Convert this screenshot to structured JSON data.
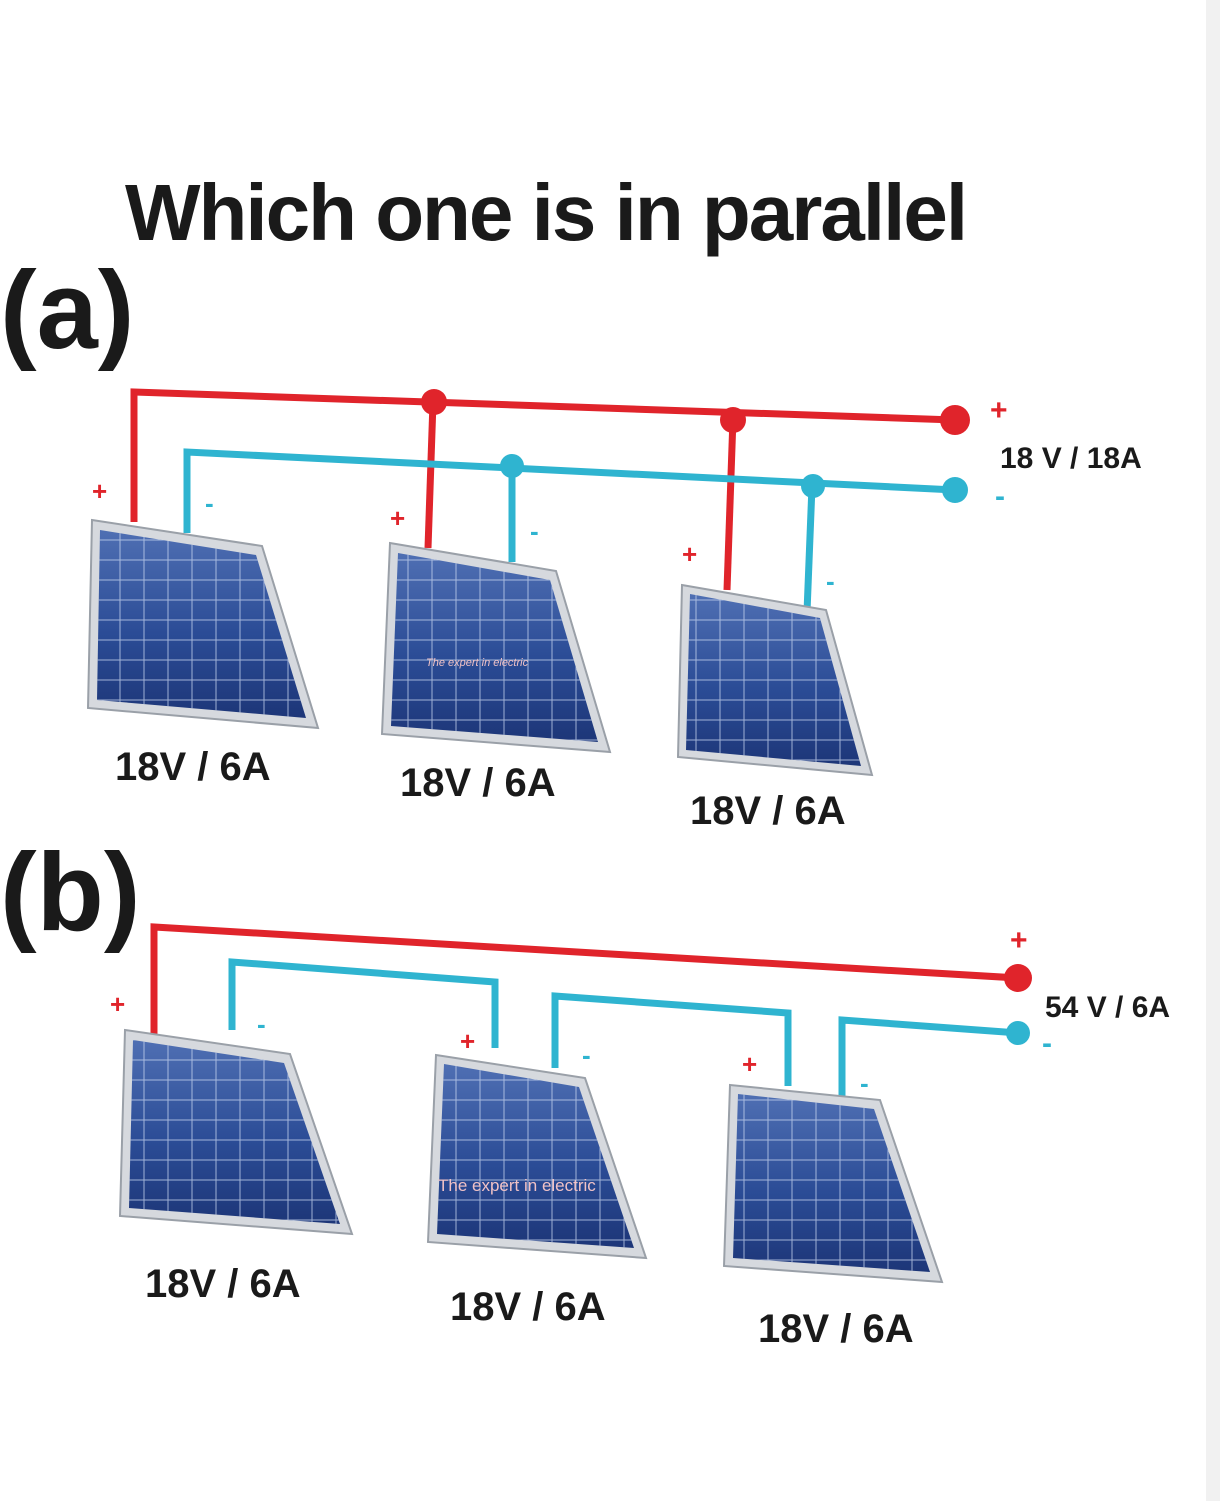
{
  "title": "Which one is in parallel",
  "colors": {
    "positive": "#e0242b",
    "negative": "#2fb4d0",
    "panel_cell": "#2d4f9a",
    "panel_frame": "#d6d9de"
  },
  "diagrams": [
    {
      "label": "(a)",
      "output_plus": "+",
      "output_minus": "-",
      "output_rating": "18 V / 18A",
      "panels": [
        {
          "plus": "+",
          "minus": "-",
          "rating": "18V / 6A",
          "watermark": ""
        },
        {
          "plus": "+",
          "minus": "-",
          "rating": "18V / 6A",
          "watermark": "The expert in electric"
        },
        {
          "plus": "+",
          "minus": "-",
          "rating": "18V / 6A",
          "watermark": ""
        }
      ]
    },
    {
      "label": "(b)",
      "output_plus": "+",
      "output_minus": "-",
      "output_rating": "54 V / 6A",
      "panels": [
        {
          "plus": "+",
          "minus": "-",
          "rating": "18V / 6A",
          "watermark": ""
        },
        {
          "plus": "+",
          "minus": "-",
          "rating": "18V / 6A",
          "watermark": "The expert in electric"
        },
        {
          "plus": "+",
          "minus": "-",
          "rating": "18V / 6A",
          "watermark": ""
        }
      ]
    }
  ]
}
